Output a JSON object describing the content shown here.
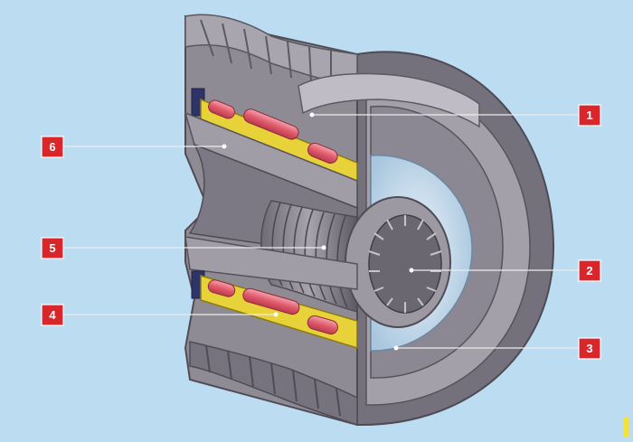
{
  "colors": {
    "background": "#bcdcf2",
    "housing": "#8f8b95",
    "housing_light": "#b1adb6",
    "housing_dark": "#5d5a64",
    "cage": "#e7d23a",
    "roller": "#e05a6c",
    "inner_face": "#d6e8f6",
    "callout": "#d9262a",
    "leader": "#e8e8e8"
  },
  "callouts": [
    {
      "label": "1",
      "part": "pulley-housing"
    },
    {
      "label": "2",
      "part": "inner-splined-bore"
    },
    {
      "label": "3",
      "part": "inner-face"
    },
    {
      "label": "4",
      "part": "lower-rollers"
    },
    {
      "label": "5",
      "part": "threaded-bore"
    },
    {
      "label": "6",
      "part": "inner-hub"
    }
  ]
}
